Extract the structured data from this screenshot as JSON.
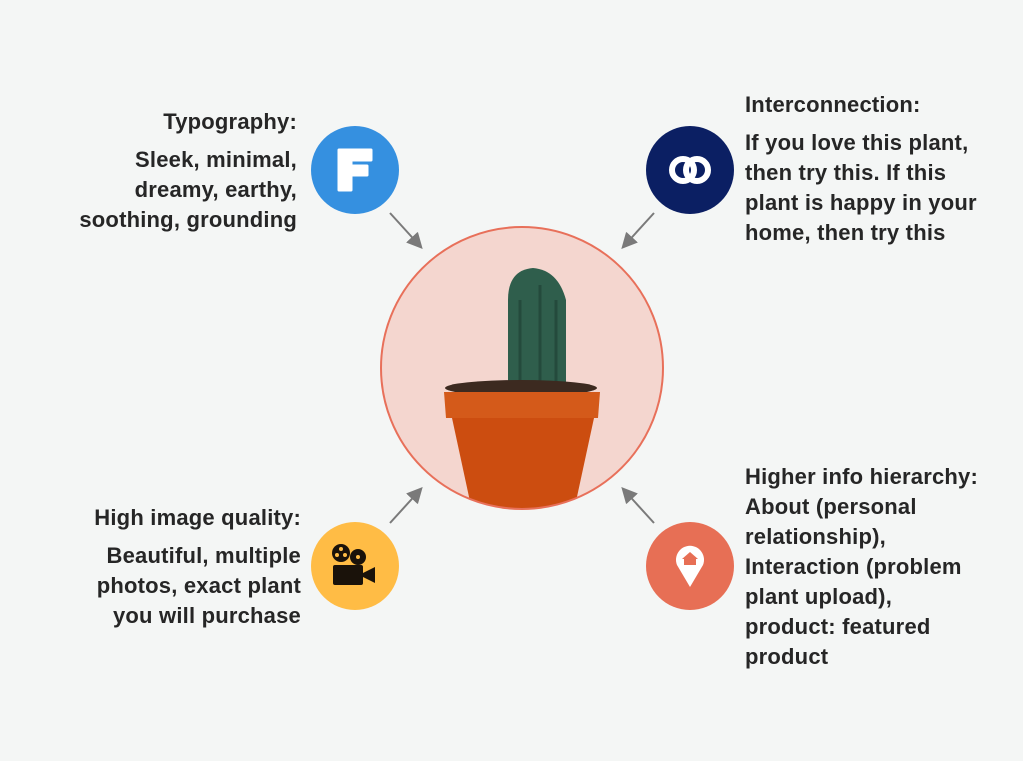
{
  "typography": {
    "title": "Typography:",
    "lines": [
      "Sleek, minimal,",
      "dreamy, earthy,",
      "soothing, grounding"
    ],
    "icon": "letter-f-icon",
    "color": "#3590e0"
  },
  "interconnection": {
    "title": "Interconnection:",
    "lines": [
      "If you love this plant,",
      "then try this. If this",
      "plant is happy in your",
      "home, then try this"
    ],
    "icon": "link-icon",
    "color": "#0b1f63"
  },
  "image_quality": {
    "title": "High image quality:",
    "lines": [
      "Beautiful, multiple",
      "photos, exact plant",
      "you will purchase"
    ],
    "icon": "movie-camera-icon",
    "color": "#ffbc45"
  },
  "hierarchy": {
    "title": "Higher info hierarchy:",
    "lines": [
      "About (personal",
      "relationship),",
      "Interaction (problem",
      "plant upload),",
      "product: featured",
      "product"
    ],
    "icon": "home-location-icon",
    "color": "#e76f55"
  },
  "center": {
    "image": "potted-cactus",
    "ring_color": "#e8705a",
    "fill": "#f4d6cf"
  }
}
